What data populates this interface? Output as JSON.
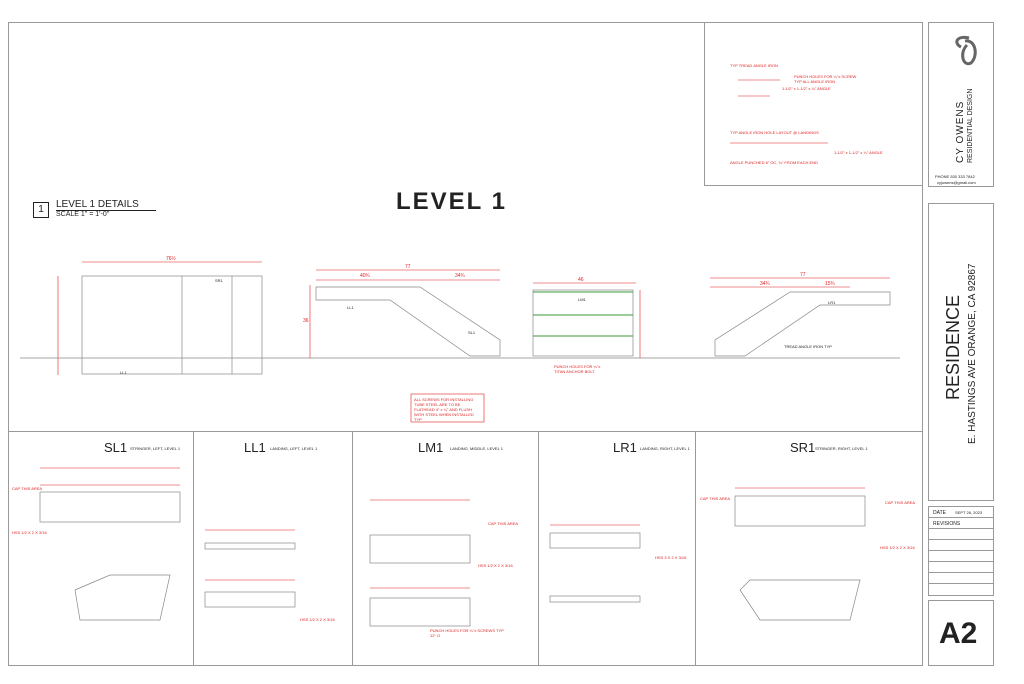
{
  "sheet": {
    "title": "LEVEL 1",
    "detail_number": "1",
    "detail_title": "LEVEL 1 DETAILS",
    "detail_scale": "SCALE  1\" = 1'-0\""
  },
  "firm": {
    "name": "CY OWENS",
    "subtitle": "RESIDENTIAL DESIGN",
    "phone": "PHONE   530 333 7842",
    "email": "cyjowens@gmail.com"
  },
  "project": {
    "name": "RESIDENCE",
    "address": "E. HASTINGS AVE ORANGE, CA 92867"
  },
  "title_block": {
    "date_label": "DATE",
    "date": "SEPT 26, 2023",
    "revisions_label": "REVISIONS",
    "sheet_number": "A2"
  },
  "typ_details": {
    "tread_title": "TYP TREAD ANGLE IRON",
    "tread_note": "PUNCH HOLES FOR ¼\"x SCREW TYP ALL ANGLE IRON",
    "tread_angle": "1-1/2\" x 1-1/2\" x ¼\" ANGLE",
    "landing_title": "TYP ANGLE IRON HOLE LAYOUT @ LANDINGS",
    "landing_note": "ANGLE PUNCHED 6\" OC, ¾\" FROM EACH END",
    "landing_angle": "1-1/2\" x 1-1/2\" x ¼\" ANGLE"
  },
  "notes": {
    "screws": "ALL SCREWS FOR INSTALLING TUBE STEEL ARE TO BE FLATHEAD 4\" x ¼\" AND FLUSH WITH STEEL WHEN INSTALLED TYP",
    "punch_anchor": "PUNCH HOLES FOR ¼\"x TITAN ANCHOR BOLT",
    "tread_angle_iron": "TREAD ANGLE IRON TYP",
    "punch_screws": "PUNCH HOLES FOR ¼\"x SCREWS TYP 12\" O",
    "cap_area": "CAP THIS AREA",
    "hss": "HSS 1/2 X 2 X 3/16",
    "hss2": "HSS 3 X 2 X 3/16"
  },
  "plan_labels": {
    "sri": "SR1",
    "lm1": "LM1",
    "ll1": "LL1",
    "sl1": "SL1",
    "lr1": "LR1"
  },
  "dims": {
    "d1": "76½",
    "d2": "77",
    "d3": "40¾",
    "d4": "34¾",
    "d5": "46",
    "d6": "36",
    "d7": "34¾",
    "d8": "15¾"
  },
  "panels": [
    {
      "code": "SL1",
      "desc": "STRINGER, LEFT, LEVEL 1"
    },
    {
      "code": "LL1",
      "desc": "LANDING, LEFT, LEVEL 1"
    },
    {
      "code": "LM1",
      "desc": "LANDING, MIDDLE, LEVEL 1"
    },
    {
      "code": "LR1",
      "desc": "LANDING, RIGHT, LEVEL 1"
    },
    {
      "code": "SR1",
      "desc": "STRINGER, RIGHT, LEVEL 1"
    }
  ],
  "colors": {
    "dim": "#e02020",
    "line": "#888888",
    "green": "#3a9a3a"
  }
}
